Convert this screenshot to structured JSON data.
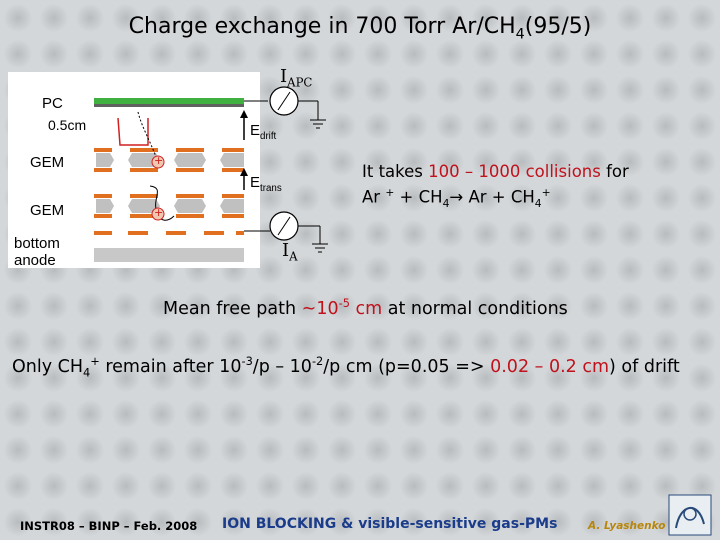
{
  "title": "Charge exchange in 700 Torr Ar/CH",
  "title_sub": "4",
  "title_tail": "(95/5)",
  "diagram": {
    "pc": "PC",
    "gap": "0.5cm",
    "gem1": "GEM",
    "gem2": "GEM",
    "bottom": "bottom",
    "anode": "anode",
    "i_apc": "I",
    "i_apc_sub": "APC",
    "e_drift": "E",
    "e_drift_sub": "drift",
    "e_trans": "E",
    "e_trans_sub": "trans",
    "i_a": "I",
    "i_a_sub": "A",
    "plus": "+"
  },
  "collisions": {
    "a": "It takes ",
    "b": "100 – 1000 collisions",
    "c": " for",
    "r1": "Ar ",
    "r1sup": "+",
    "r2": " + CH",
    "r2sub": "4",
    "arrow": "→",
    "r3": " Ar + CH",
    "r3sub": "4",
    "r3sup": "+"
  },
  "mfp": {
    "a": "Mean free path ",
    "b": "~10",
    "bsup": "-5",
    "b2": " cm",
    "c": " at normal conditions"
  },
  "only": {
    "a": "Only CH",
    "asub": "4",
    "asup": "+",
    "b": " remain after 10",
    "bsup": "-3",
    "c": "/p – 10",
    "csup": "-2",
    "d": "/p cm (p=0.05 => ",
    "e": "0.02 – 0.2 cm",
    "f": ") of drift"
  },
  "footer": {
    "left": "INSTR08 – BINP – Feb. 2008",
    "mid": "ION BLOCKING & visible-sensitive gas-PMs",
    "right": "A. Lyashenko"
  },
  "colors": {
    "accent": "#c0121c",
    "gem": "#e07020",
    "pc": "#40b040"
  }
}
